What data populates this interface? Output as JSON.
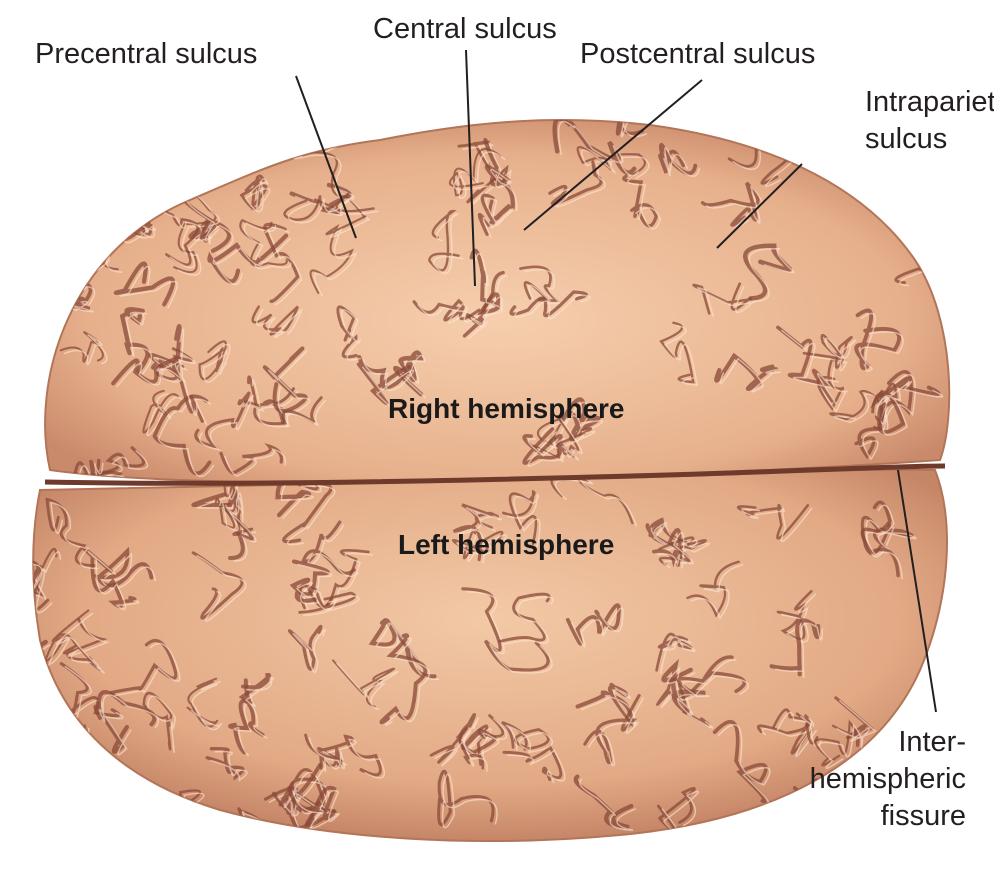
{
  "figure": {
    "labels": {
      "precentral": "Precentral sulcus",
      "central": "Central sulcus",
      "postcentral": "Postcentral sulcus",
      "intraparietal_1": "Intraparietal",
      "intraparietal_2": "sulcus",
      "right_hemisphere": "Right hemisphere",
      "left_hemisphere": "Left hemisphere",
      "fissure_1": "Inter-",
      "fissure_2": "hemispheric",
      "fissure_3": "fissure"
    },
    "colors": {
      "brain_light": "#f6cfae",
      "brain_mid": "#e3a985",
      "brain_dark": "#b8755a",
      "sulcus": "#8a4a38",
      "leader": "#231f20"
    }
  }
}
